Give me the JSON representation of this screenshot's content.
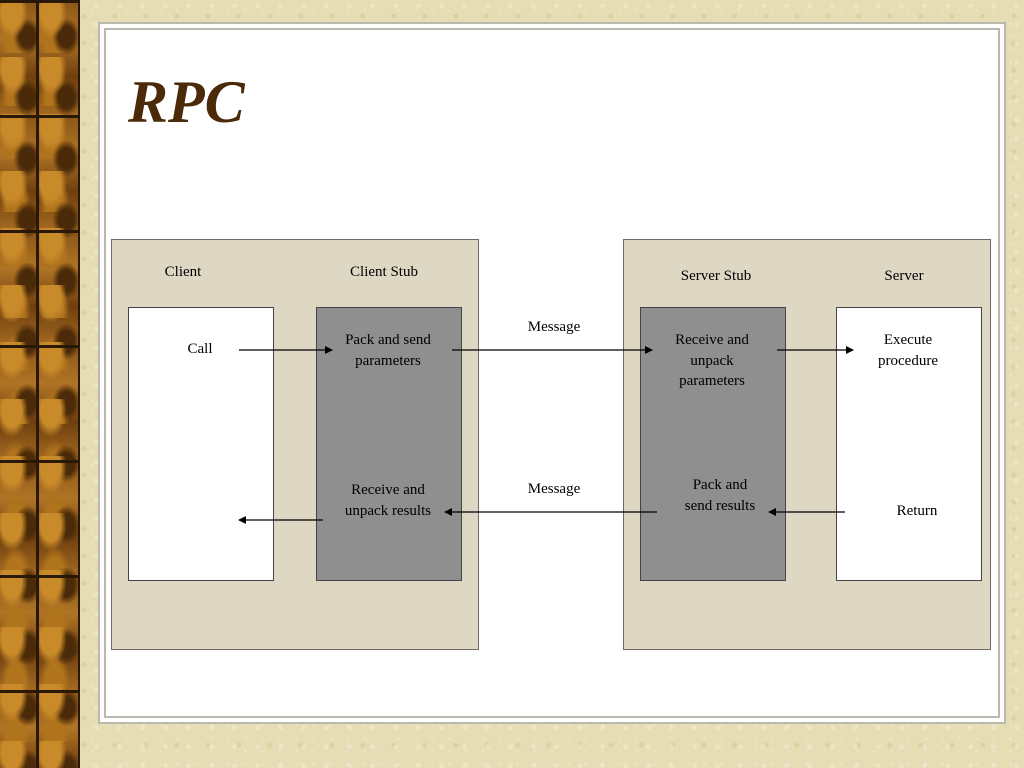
{
  "title": "RPC",
  "client_group": {
    "client_label": "Client",
    "stub_label": "Client Stub",
    "call": "Call",
    "pack_send": "Pack and send parameters",
    "receive_unpack": "Receive and unpack results"
  },
  "server_group": {
    "stub_label": "Server Stub",
    "server_label": "Server",
    "receive_unpack": "Receive and unpack parameters",
    "execute": "Execute procedure",
    "pack_send": "Pack and send results",
    "return": "Return"
  },
  "messages": {
    "top": "Message",
    "bottom": "Message"
  },
  "colors": {
    "title": "#4a2a08",
    "group_bg": "#ddd7c4",
    "stub_box": "#8f8f8f",
    "endpoint_box": "#ffffff"
  }
}
